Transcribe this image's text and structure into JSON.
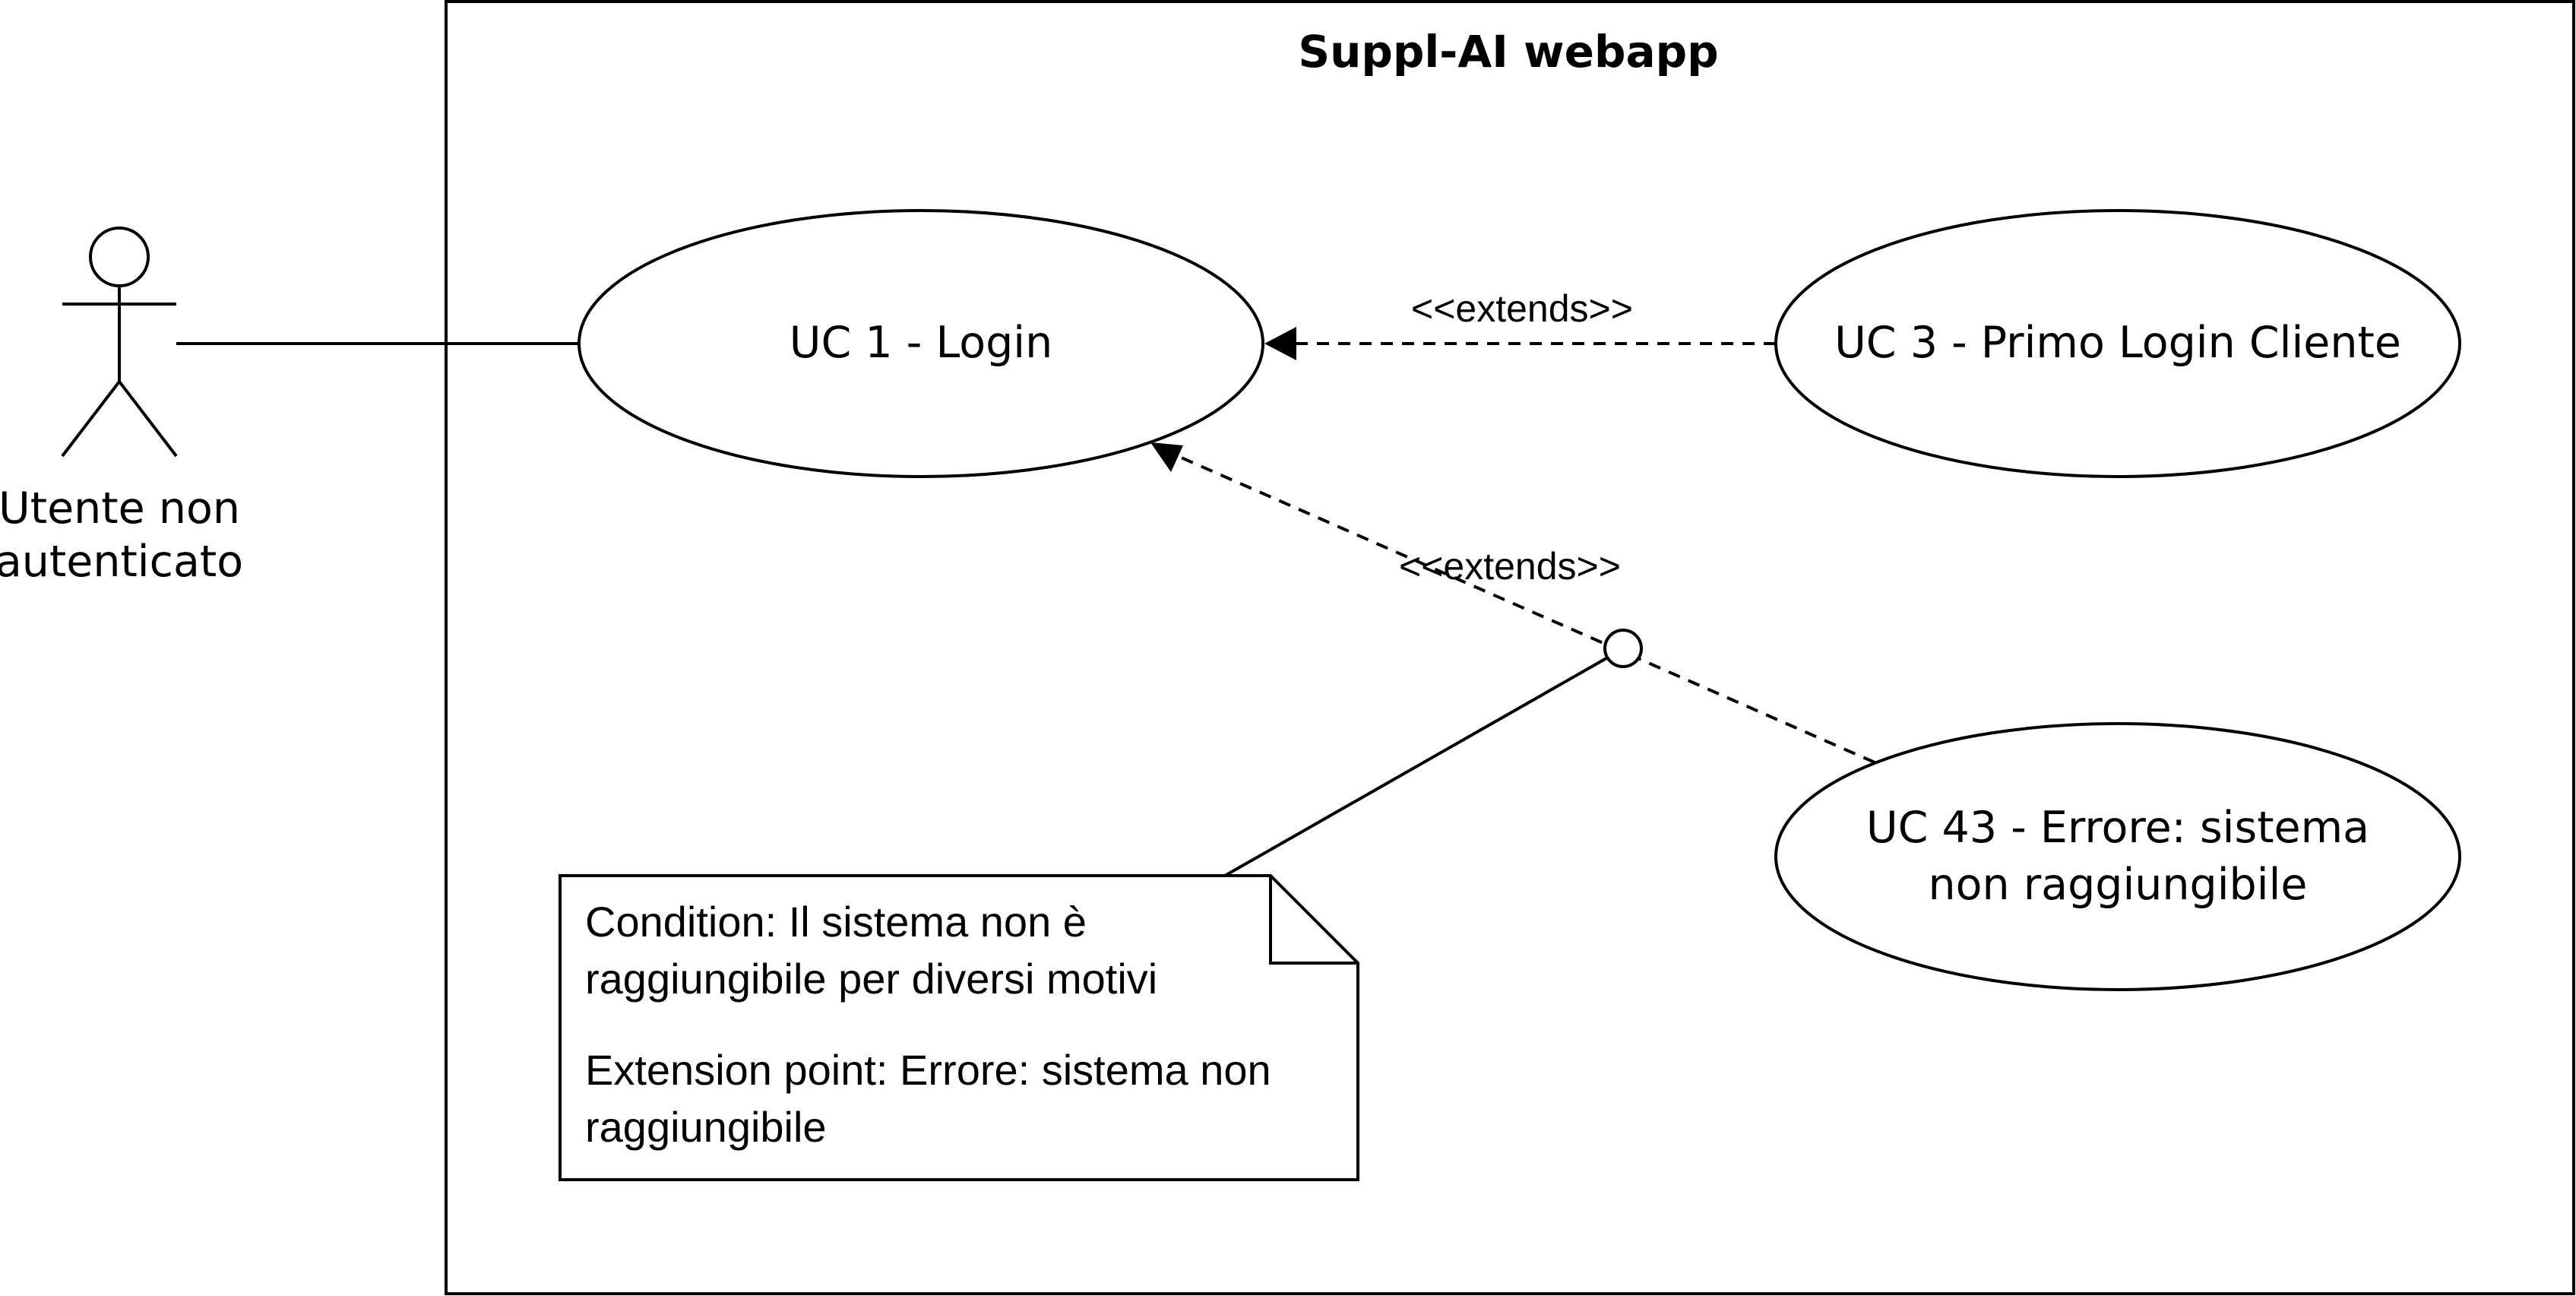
{
  "diagram": {
    "system": {
      "title": "Suppl-AI webapp"
    },
    "actor": {
      "label_line1": "Utente non",
      "label_line2": "autenticato"
    },
    "use_cases": {
      "uc1": {
        "label": "UC 1 - Login"
      },
      "uc3": {
        "label": "UC 3 - Primo Login Cliente"
      },
      "uc43": {
        "label_line1": "UC 43 - Errore: sistema",
        "label_line2": "non raggiungibile"
      }
    },
    "relations": {
      "extends_uc3": "<<extends>>",
      "extends_uc43": "<<extends>>"
    },
    "note": {
      "condition_line1": "Condition: Il sistema non è",
      "condition_line2": "raggiungibile per diversi motivi",
      "extension_line1": "Extension point: Errore: sistema non",
      "extension_line2": "raggiungibile"
    }
  }
}
